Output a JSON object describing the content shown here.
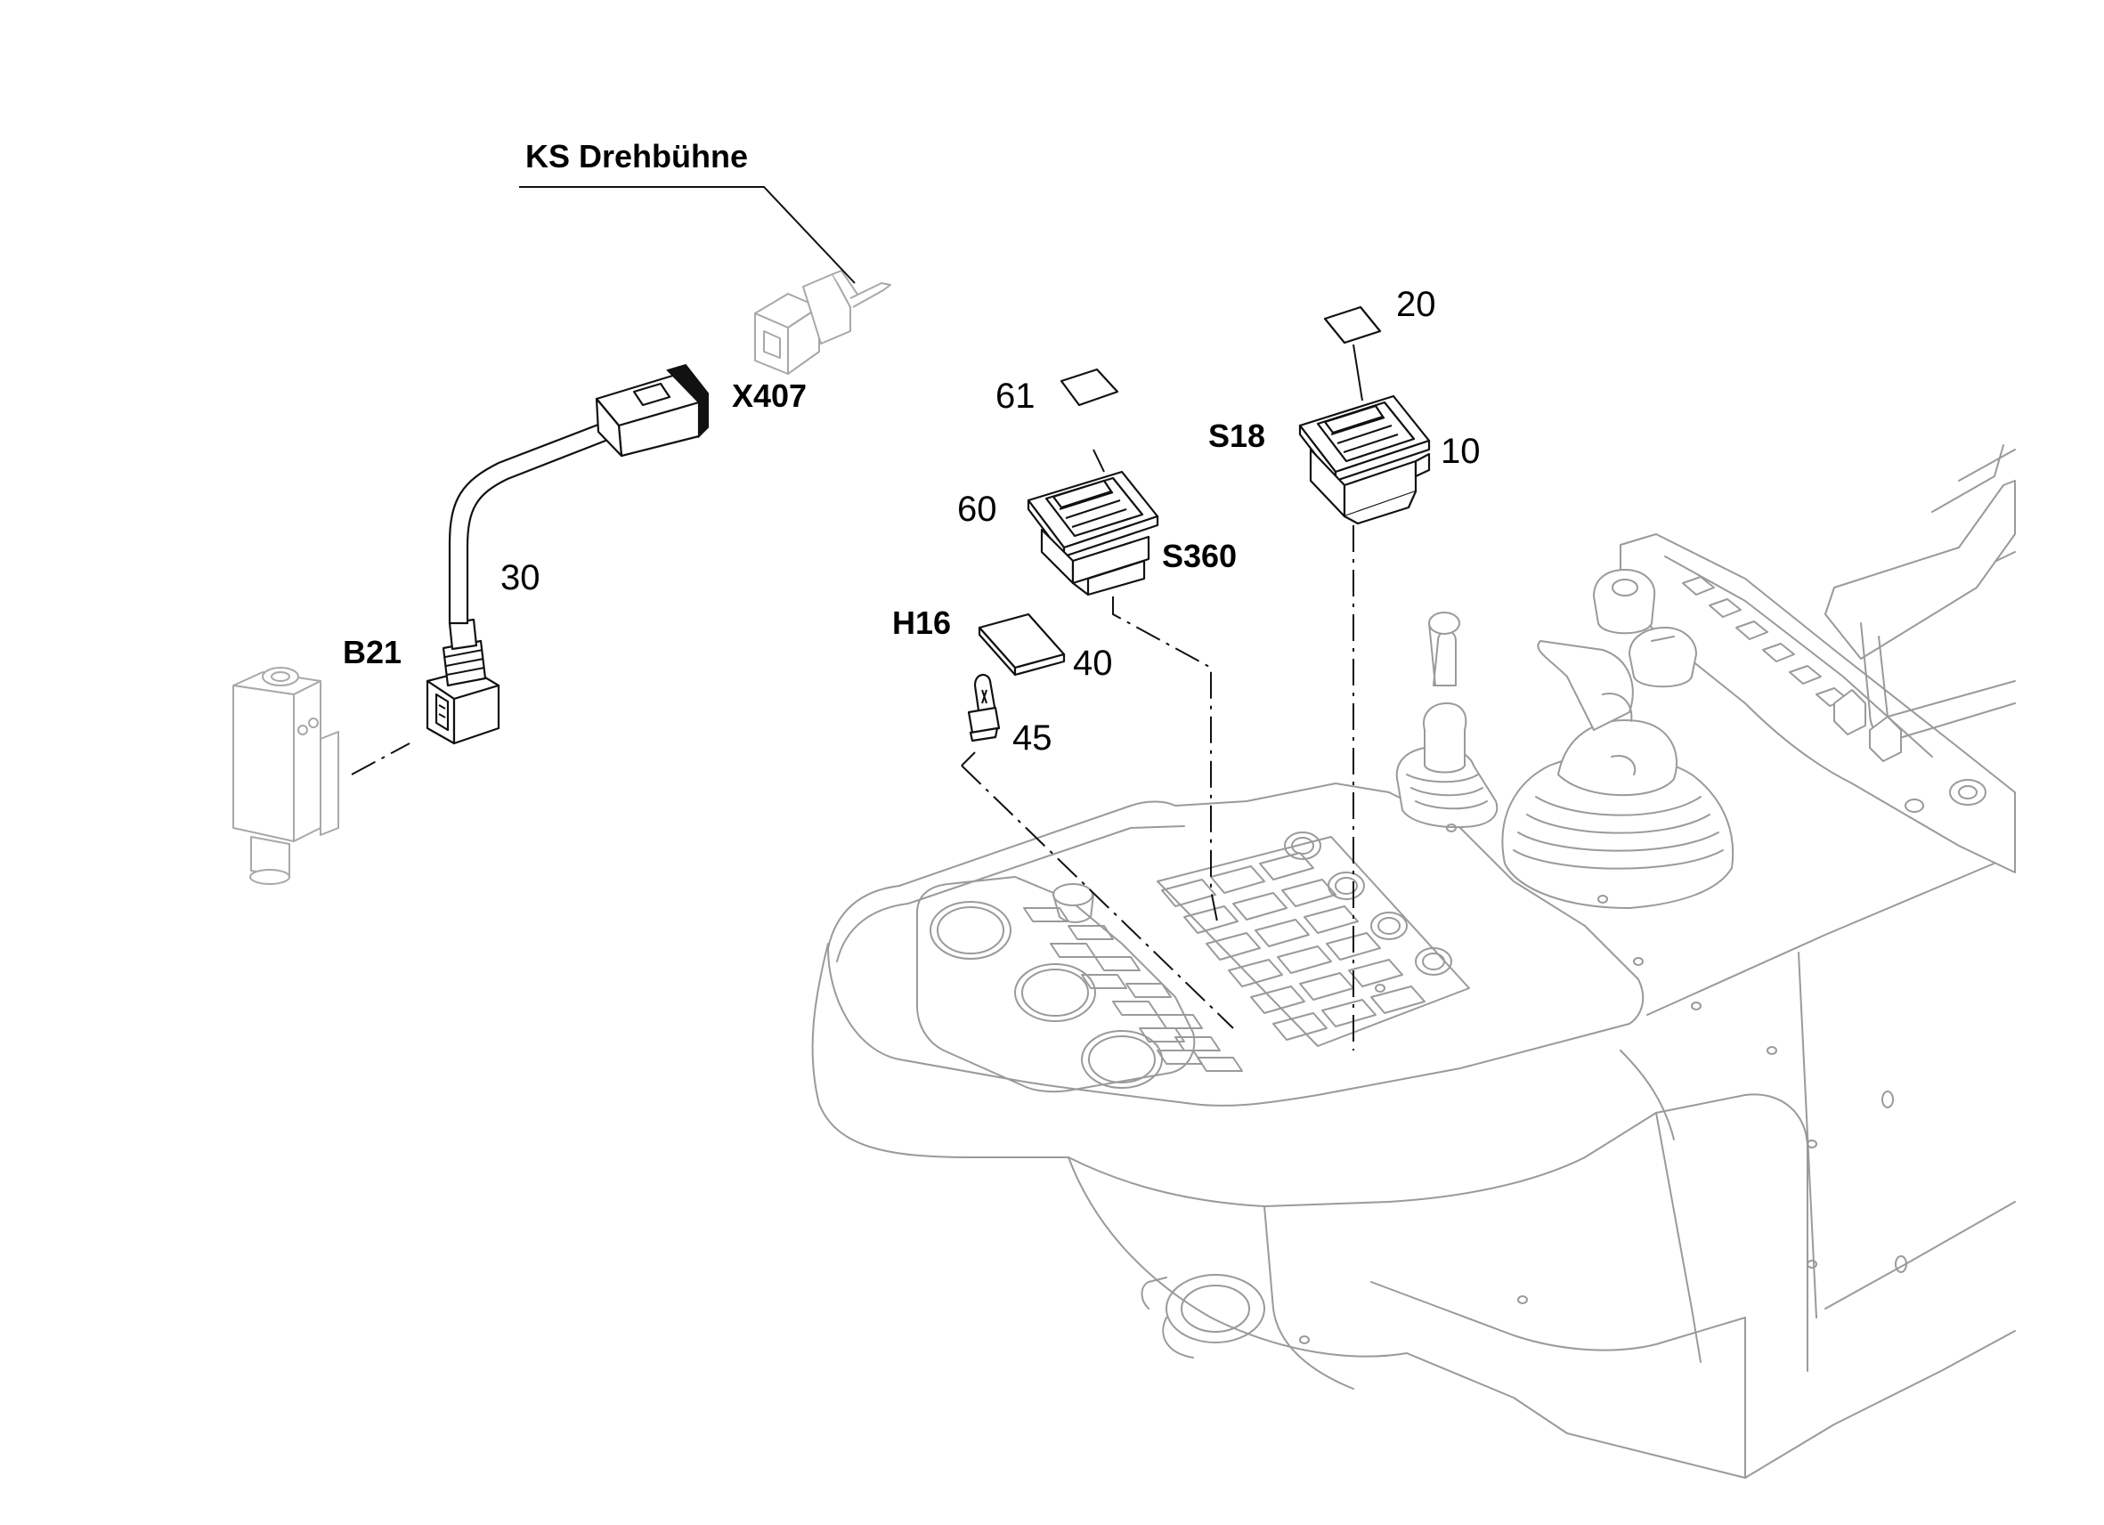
{
  "labels": {
    "ks_drehbuehne": "KS Drehbühne",
    "x407": "X407",
    "b21": "B21",
    "n30": "30",
    "n61": "61",
    "n60": "60",
    "s360": "S360",
    "h16": "H16",
    "n40": "40",
    "n45": "45",
    "n20": "20",
    "s18": "S18",
    "n10": "10"
  }
}
